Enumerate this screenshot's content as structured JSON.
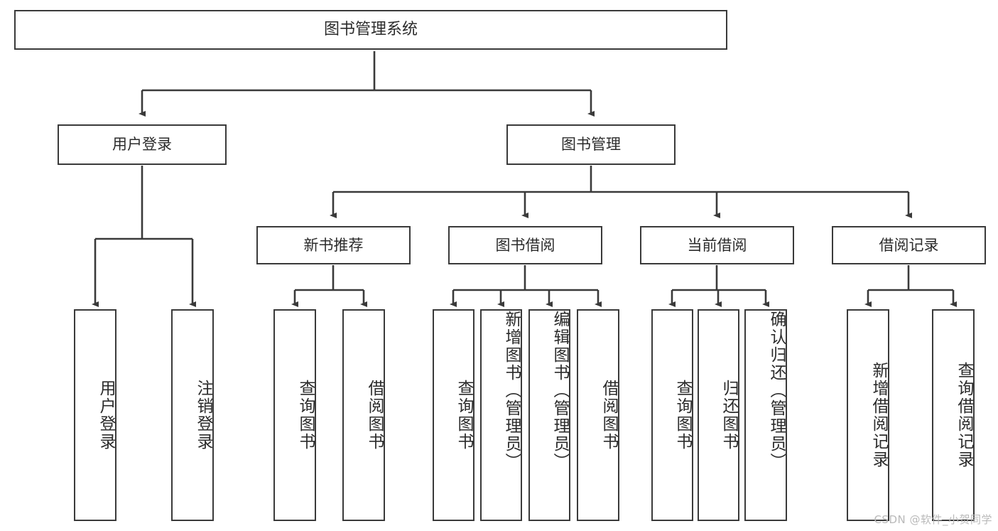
{
  "diagram": {
    "title": "图书管理系统",
    "type": "hierarchical-tree-functional-structure",
    "root": {
      "label": "图书管理系统"
    },
    "level2": [
      {
        "label": "用户登录"
      },
      {
        "label": "图书管理"
      }
    ],
    "level3": [
      {
        "label": "新书推荐",
        "parent": "图书管理"
      },
      {
        "label": "图书借阅",
        "parent": "图书管理"
      },
      {
        "label": "当前借阅",
        "parent": "图书管理"
      },
      {
        "label": "借阅记录",
        "parent": "图书管理"
      }
    ],
    "leaves": {
      "user_login": [
        {
          "label": "用户登录"
        },
        {
          "label": "注销登录"
        }
      ],
      "new_book_recommend": [
        {
          "label": "查询图书"
        },
        {
          "label": "借阅图书"
        }
      ],
      "book_borrow": [
        {
          "label": "查询图书"
        },
        {
          "label": "新增图书（管理员）"
        },
        {
          "label": "编辑图书（管理员）"
        },
        {
          "label": "借阅图书"
        }
      ],
      "current_borrow": [
        {
          "label": "查询图书"
        },
        {
          "label": "归还图书"
        },
        {
          "label": "确认归还（管理员）"
        }
      ],
      "borrow_record": [
        {
          "label": "新增借阅记录"
        },
        {
          "label": "查询借阅记录"
        }
      ]
    }
  },
  "watermark": {
    "text": "CSDN @软件_小贺同学"
  },
  "colors": {
    "stroke": "#3a3a3a",
    "text": "#2b2b2b",
    "background": "#ffffff",
    "watermark": "#b9b9b9"
  }
}
